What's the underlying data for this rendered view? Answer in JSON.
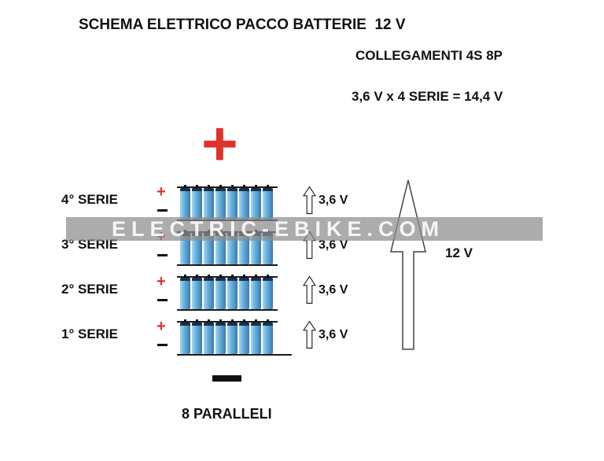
{
  "title": "SCHEMA ELETTRICO PACCO BATTERIE  12 V",
  "connections": {
    "line1": "COLLEGAMENTI 4S 8P",
    "line2": "3,6 V x 4 SERIE = 14,4 V"
  },
  "battery": {
    "positive_symbol": "+",
    "plus_symbol": "+",
    "cells_per_row": 8,
    "series": [
      {
        "label": "4° SERIE",
        "voltage": "3,6 V"
      },
      {
        "label": "3° SERIE",
        "voltage": "3,6 V"
      },
      {
        "label": "2° SERIE",
        "voltage": "3,6 V"
      },
      {
        "label": "1° SERIE",
        "voltage": "3,6 V"
      }
    ],
    "total_voltage": "12 V",
    "parallel_label": "8 PARALLELI"
  },
  "watermark": "ELECTRIC-EBIKE.COM",
  "colors": {
    "accent_red": "#e0312a",
    "battery_blue": "#58a8d8",
    "watermark_gray": "#8c8c8c"
  }
}
